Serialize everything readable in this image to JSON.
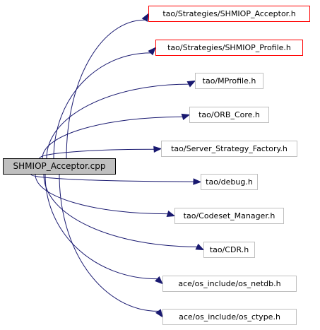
{
  "graph": {
    "root": {
      "label": "SHMIOP_Acceptor.cpp"
    },
    "colors": {
      "edge": "#191970",
      "root_fill": "#bfbfbf",
      "root_border": "#000000",
      "node_border": "#bfbfbf",
      "documented_border": "#ff0000"
    },
    "includes": [
      {
        "label": "tao/Strategies/SHMIOP_Acceptor.h",
        "documented": true
      },
      {
        "label": "tao/Strategies/SHMIOP_Profile.h",
        "documented": true
      },
      {
        "label": "tao/MProfile.h",
        "documented": false
      },
      {
        "label": "tao/ORB_Core.h",
        "documented": false
      },
      {
        "label": "tao/Server_Strategy_Factory.h",
        "documented": false
      },
      {
        "label": "tao/debug.h",
        "documented": false
      },
      {
        "label": "tao/Codeset_Manager.h",
        "documented": false
      },
      {
        "label": "tao/CDR.h",
        "documented": false
      },
      {
        "label": "ace/os_include/os_netdb.h",
        "documented": false
      },
      {
        "label": "ace/os_include/os_ctype.h",
        "documented": false
      }
    ]
  }
}
